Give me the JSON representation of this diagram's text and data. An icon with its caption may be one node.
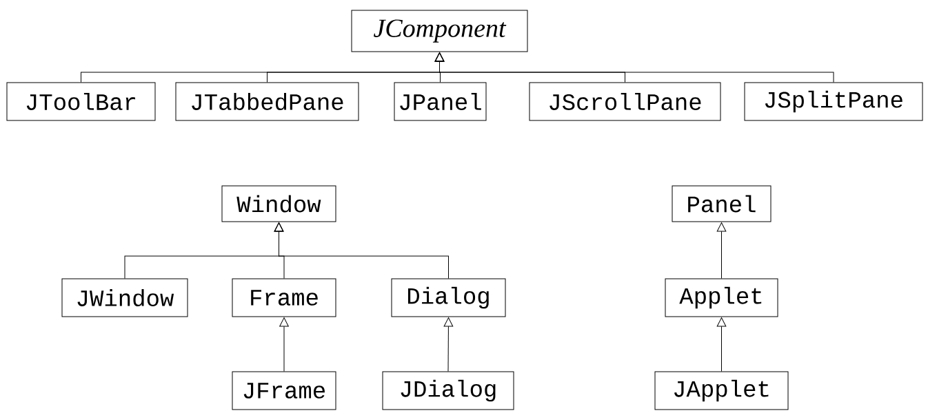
{
  "diagram": {
    "nodes": [
      {
        "text": [
          "JComponent"
        ]
      },
      {
        "text": [
          "JToolBar"
        ]
      },
      {
        "text": [
          "JTabbedPane"
        ]
      },
      {
        "text": [
          "JPanel"
        ]
      },
      {
        "text": [
          "JScrollPane"
        ]
      },
      {
        "text": [
          "JSplitPane"
        ]
      },
      {
        "text": [
          "Window"
        ]
      },
      {
        "text": [
          "JWindow"
        ]
      },
      {
        "text": [
          "Frame"
        ]
      },
      {
        "text": [
          "Dialog"
        ]
      },
      {
        "text": [
          "JFrame"
        ]
      },
      {
        "text": [
          "JDialog"
        ]
      },
      {
        "text": [
          "Panel"
        ]
      },
      {
        "text": [
          "Applet"
        ]
      },
      {
        "text": [
          "JApplet"
        ]
      }
    ],
    "edges": [
      {
        "from": 1,
        "to": 0,
        "arrow": "to"
      },
      {
        "from": 2,
        "to": 0,
        "arrow": "to"
      },
      {
        "from": 3,
        "to": 0,
        "arrow": "to"
      },
      {
        "from": 4,
        "to": 0,
        "arrow": "to"
      },
      {
        "from": 5,
        "to": 0,
        "arrow": "to"
      },
      {
        "from": 7,
        "to": 6,
        "arrow": "to"
      },
      {
        "from": 8,
        "to": 6,
        "arrow": "to"
      },
      {
        "from": 9,
        "to": 6,
        "arrow": "to"
      },
      {
        "from": 10,
        "to": 8,
        "arrow": "to"
      },
      {
        "from": 11,
        "to": 9,
        "arrow": "to"
      },
      {
        "from": 13,
        "to": 12,
        "arrow": "to"
      },
      {
        "from": 14,
        "to": 13,
        "arrow": "to"
      }
    ]
  }
}
